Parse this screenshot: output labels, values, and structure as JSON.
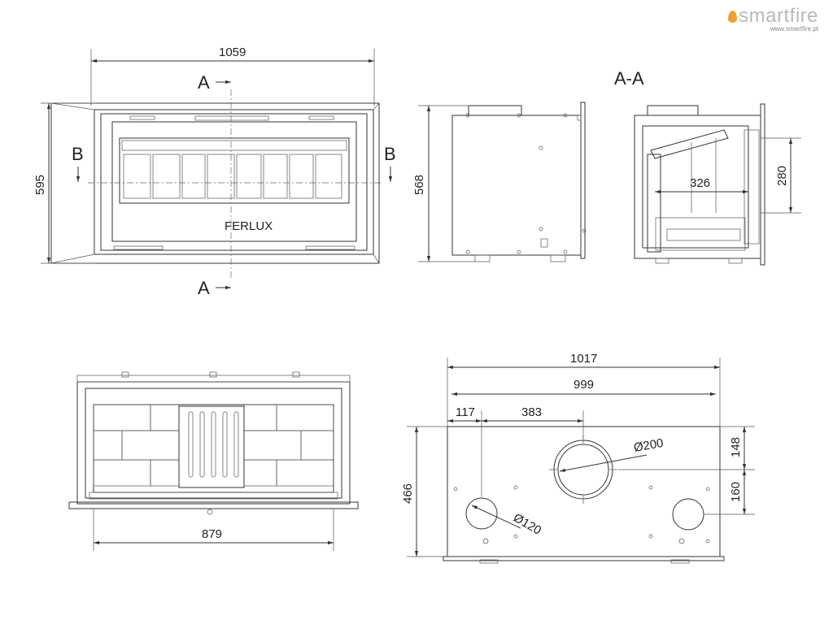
{
  "brand": {
    "name": "smartfire",
    "url": "www.smartfire.pt"
  },
  "labels": {
    "section_a": "A",
    "section_b": "B",
    "section_view": "A-A",
    "stove_badge": "FERLUX"
  },
  "dimensions": {
    "front_width": "1059",
    "front_height": "595",
    "side_height": "568",
    "section_depth": "326",
    "section_height": "280",
    "top_width": "879",
    "bottom_width_outer": "1017",
    "bottom_width_inner": "999",
    "offset_left": "117",
    "offset_duct": "383",
    "offset_top": "148",
    "offset_mid": "160",
    "bottom_depth": "466",
    "duct_main": "Ø200",
    "duct_small": "Ø120"
  }
}
